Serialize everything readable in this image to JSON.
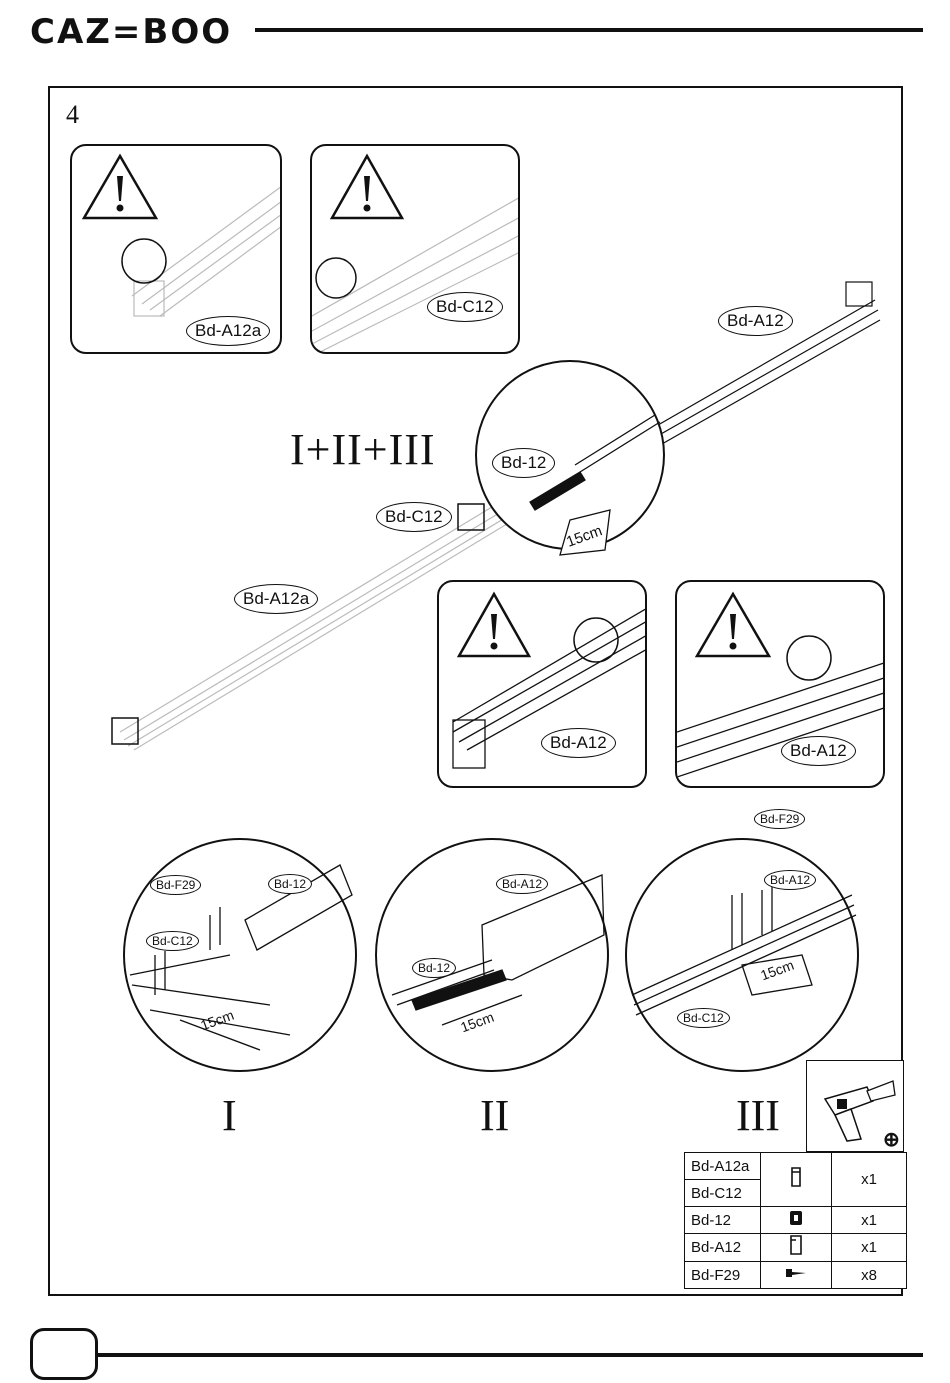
{
  "header": {
    "brand": "CAZ=BOO"
  },
  "step_number": "4",
  "warning_panels": [
    {
      "label": "Bd-A12a"
    },
    {
      "label": "Bd-C12"
    },
    {
      "label": "Bd-A12"
    },
    {
      "label": "Bd-A12"
    }
  ],
  "overview": {
    "sequence_label": "I+II+III",
    "label_a12": "Bd-A12",
    "label_12": "Bd-12",
    "label_c12": "Bd-C12",
    "label_a12a": "Bd-A12a",
    "measure": "15cm"
  },
  "details": [
    {
      "roman": "I",
      "labels": [
        "Bd-F29",
        "Bd-12",
        "Bd-C12"
      ],
      "measure": "15cm"
    },
    {
      "roman": "II",
      "labels": [
        "Bd-A12",
        "Bd-12"
      ],
      "measure": "15cm"
    },
    {
      "roman": "III",
      "labels": [
        "Bd-F29",
        "Bd-A12",
        "Bd-C12"
      ],
      "measure": "15cm"
    }
  ],
  "tool": {
    "icon": "drill-icon",
    "symbol": "⊕"
  },
  "parts_table": {
    "rows": [
      {
        "code": "Bd-A12a",
        "qty": "x1"
      },
      {
        "code": "Bd-C12"
      },
      {
        "code": "Bd-12",
        "qty": "x1"
      },
      {
        "code": "Bd-A12",
        "qty": "x1"
      },
      {
        "code": "Bd-F29",
        "qty": "x8"
      }
    ]
  }
}
